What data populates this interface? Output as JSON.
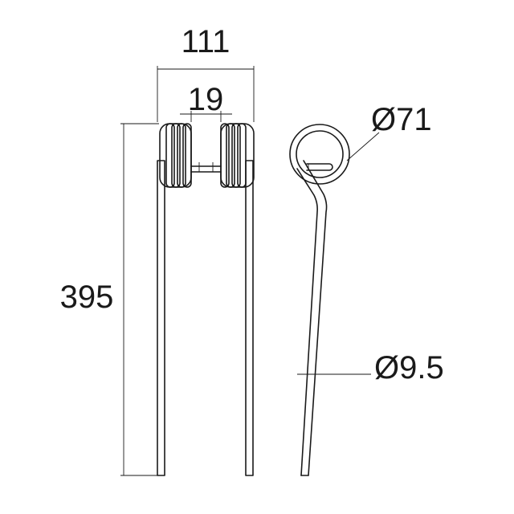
{
  "drawing": {
    "dimensions": {
      "overall_width": "111",
      "coil_gap": "19",
      "overall_length": "395",
      "coil_diameter": "Ø71",
      "wire_diameter": "Ø9.5"
    },
    "line_color": "#1a1a1a",
    "background": "#ffffff"
  }
}
